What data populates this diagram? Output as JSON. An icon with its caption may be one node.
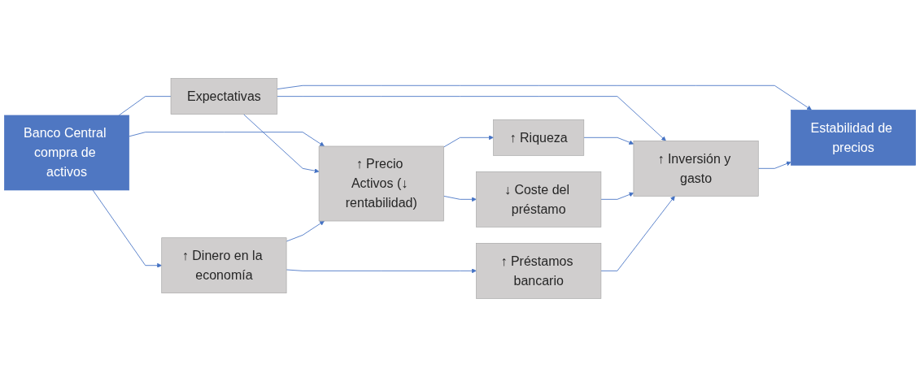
{
  "diagram": {
    "nodes": [
      {
        "text": [
          "Banco Central compra de activos"
        ]
      },
      {
        "text": [
          "Expectativas"
        ]
      },
      {
        "text": [
          "↑ Precio Activos (↓ rentabilidad)"
        ]
      },
      {
        "text": [
          "↑ Dinero en la economía"
        ]
      },
      {
        "text": [
          "↑ Riqueza"
        ]
      },
      {
        "text": [
          "↓ Coste del préstamo"
        ]
      },
      {
        "text": [
          "↑ Préstamos bancario"
        ]
      },
      {
        "text": [
          "↑ Inversión y gasto"
        ]
      },
      {
        "text": [
          "Estabilidad de precios"
        ]
      }
    ],
    "edges": [
      {
        "from": 0,
        "to": 1,
        "arrow": "none"
      },
      {
        "from": 0,
        "to": 2,
        "arrow": "to"
      },
      {
        "from": 0,
        "to": 3,
        "arrow": "to"
      },
      {
        "from": 1,
        "to": 2,
        "arrow": "to"
      },
      {
        "from": 1,
        "to": 7,
        "arrow": "to"
      },
      {
        "from": 1,
        "to": 8,
        "arrow": "to"
      },
      {
        "from": 3,
        "to": 2,
        "arrow": "to"
      },
      {
        "from": 2,
        "to": 4,
        "arrow": "to"
      },
      {
        "from": 2,
        "to": 5,
        "arrow": "to"
      },
      {
        "from": 3,
        "to": 6,
        "arrow": "to"
      },
      {
        "from": 4,
        "to": 7,
        "arrow": "to"
      },
      {
        "from": 5,
        "to": 7,
        "arrow": "to"
      },
      {
        "from": 6,
        "to": 7,
        "arrow": "to"
      },
      {
        "from": 7,
        "to": 8,
        "arrow": "to"
      }
    ]
  }
}
